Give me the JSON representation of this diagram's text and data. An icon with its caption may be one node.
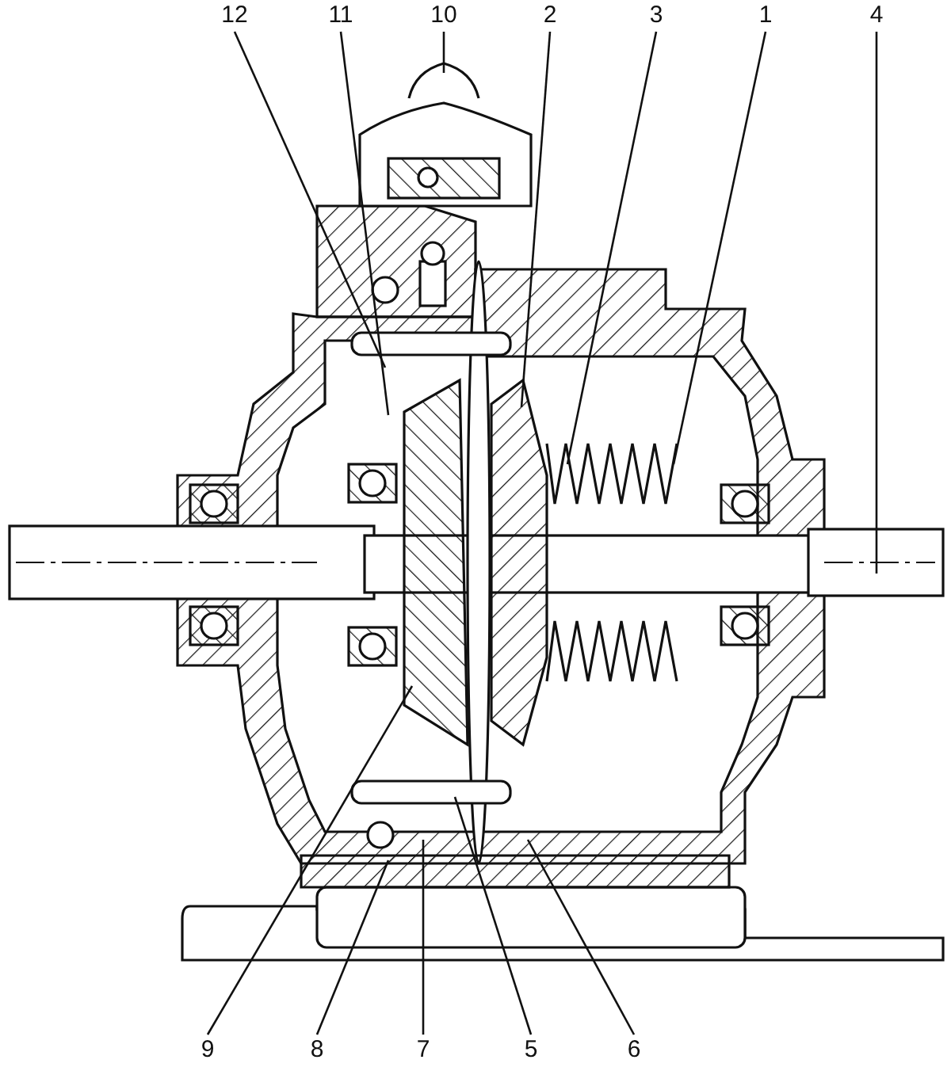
{
  "diagram": {
    "nodes": [
      {
        "text": [
          "12"
        ]
      },
      {
        "text": [
          "11"
        ]
      },
      {
        "text": [
          "10"
        ]
      },
      {
        "text": [
          "2"
        ]
      },
      {
        "text": [
          "3"
        ]
      },
      {
        "text": [
          "1"
        ]
      },
      {
        "text": [
          "4"
        ]
      },
      {
        "text": [
          "9"
        ]
      },
      {
        "text": [
          "8"
        ]
      },
      {
        "text": [
          "7"
        ]
      },
      {
        "text": [
          "5"
        ]
      },
      {
        "text": [
          "6"
        ]
      }
    ],
    "edges": [
      {
        "from": 0,
        "to": null,
        "arrow": "none"
      },
      {
        "from": 1,
        "to": null,
        "arrow": "none"
      },
      {
        "from": 2,
        "to": null,
        "arrow": "none"
      },
      {
        "from": 3,
        "to": null,
        "arrow": "none"
      },
      {
        "from": 4,
        "to": null,
        "arrow": "none"
      },
      {
        "from": 5,
        "to": null,
        "arrow": "none"
      },
      {
        "from": 6,
        "to": null,
        "arrow": "none"
      },
      {
        "from": 7,
        "to": null,
        "arrow": "none"
      },
      {
        "from": 8,
        "to": null,
        "arrow": "none"
      },
      {
        "from": 9,
        "to": null,
        "arrow": "none"
      },
      {
        "from": 10,
        "to": null,
        "arrow": "none"
      },
      {
        "from": 11,
        "to": null,
        "arrow": "none"
      }
    ]
  }
}
